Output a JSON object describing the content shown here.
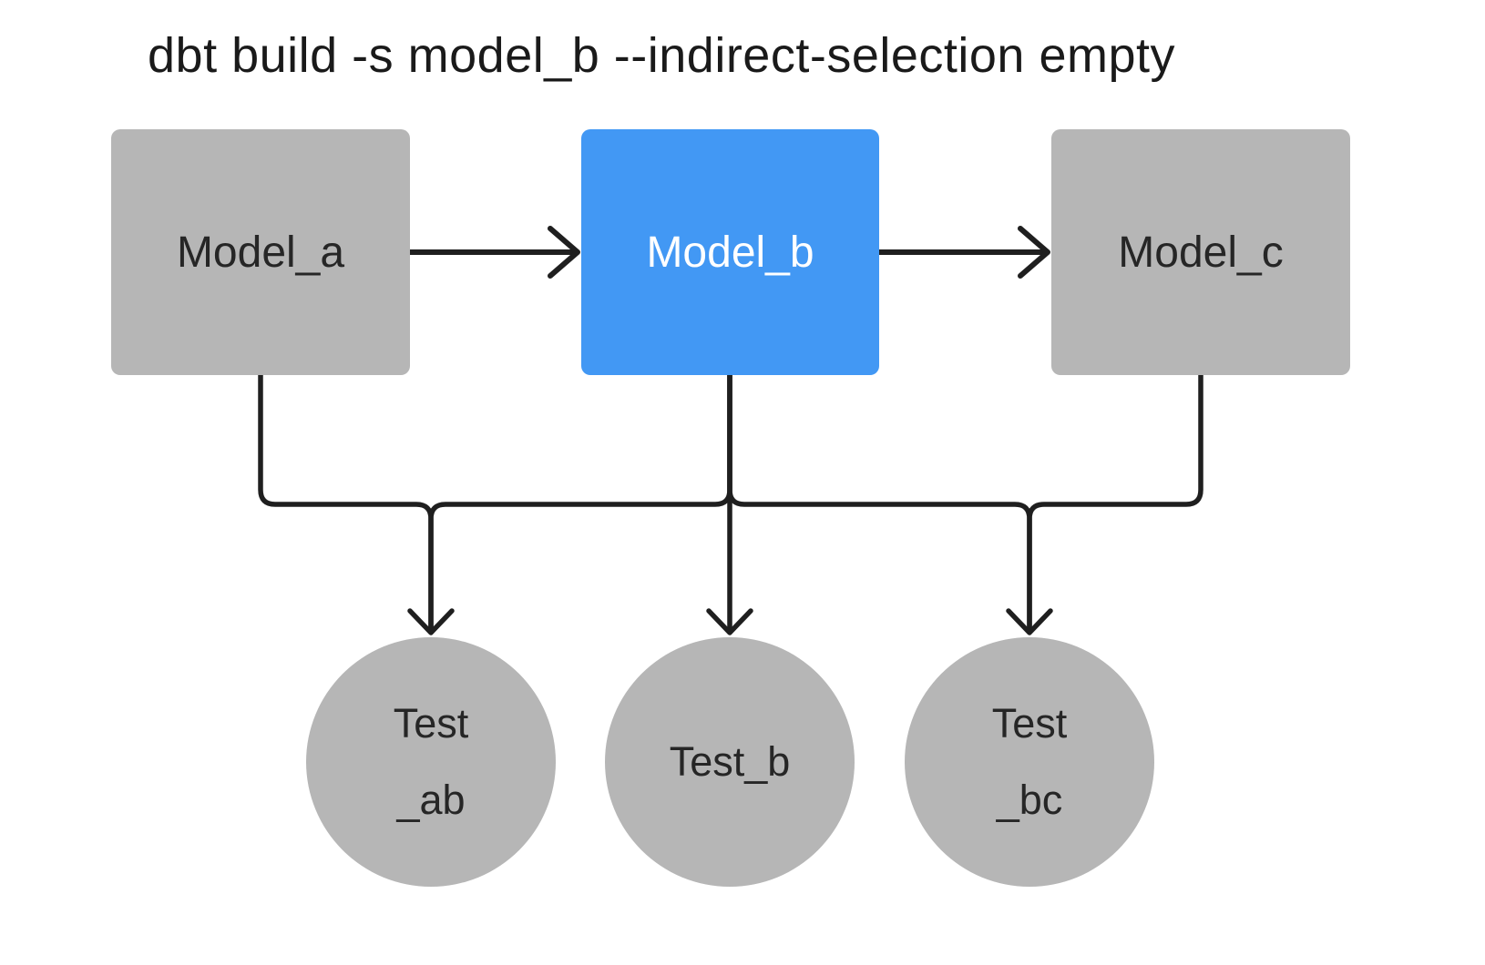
{
  "title": "dbt build -s model_b --indirect-selection empty",
  "colors": {
    "background": "#ffffff",
    "node_gray": "#b6b6b6",
    "node_selected_blue": "#4298f4",
    "node_text_dark": "#262626",
    "node_text_light": "#ffffff",
    "connector_ink": "#1f1f1f"
  },
  "nodes": {
    "models": [
      {
        "id": "model_a",
        "label": "Model_a",
        "selected": false
      },
      {
        "id": "model_b",
        "label": "Model_b",
        "selected": true
      },
      {
        "id": "model_c",
        "label": "Model_c",
        "selected": false
      }
    ],
    "tests": [
      {
        "id": "test_ab",
        "label_lines": [
          "Test",
          "_ab"
        ]
      },
      {
        "id": "test_b",
        "label_lines": [
          "Test_b"
        ]
      },
      {
        "id": "test_bc",
        "label_lines": [
          "Test",
          "_bc"
        ]
      }
    ]
  },
  "edges": [
    {
      "from": "model_a",
      "to": "model_b"
    },
    {
      "from": "model_b",
      "to": "model_c"
    },
    {
      "from": "model_a",
      "to": "test_ab"
    },
    {
      "from": "model_b",
      "to": "test_ab"
    },
    {
      "from": "model_b",
      "to": "test_b"
    },
    {
      "from": "model_b",
      "to": "test_bc"
    },
    {
      "from": "model_c",
      "to": "test_bc"
    }
  ]
}
